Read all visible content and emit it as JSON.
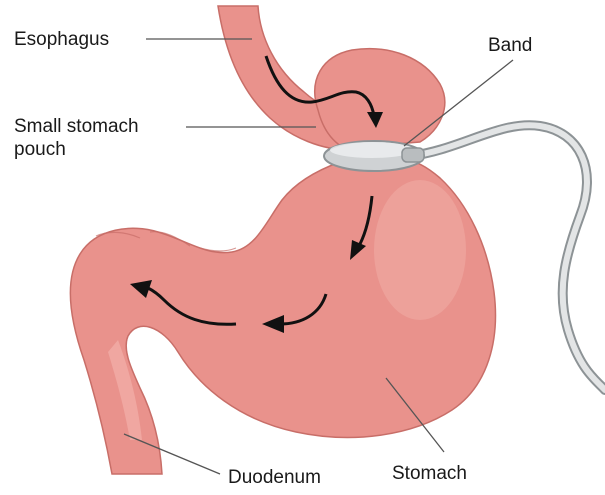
{
  "labels": {
    "esophagus": "Esophagus",
    "small_stomach_pouch_line1": "Small stomach",
    "small_stomach_pouch_line2": "pouch",
    "band": "Band",
    "duodenum": "Duodenum",
    "stomach": "Stomach"
  },
  "colors": {
    "tissue": "#e9928c",
    "tissue_highlight": "#f1ada6",
    "tissue_outline": "#c86e68",
    "band": "#cfd2d4",
    "band_outline": "#8d9396",
    "tube": "#c4c7c9",
    "arrow": "#111111",
    "leader_line": "#555555"
  }
}
